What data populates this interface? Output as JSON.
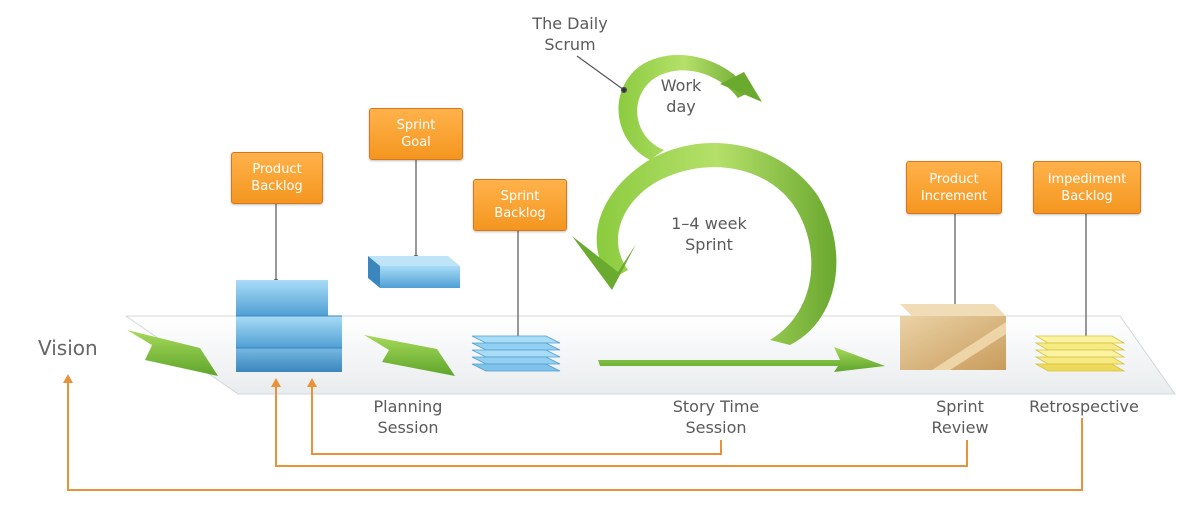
{
  "diagram": {
    "vision_label": "Vision",
    "daily_scrum_label": "The Daily\nScrum",
    "work_day_label": "Work\nday",
    "sprint_length_label": "1–4 week\nSprint",
    "artifacts": {
      "product_backlog": "Product\nBacklog",
      "sprint_goal": "Sprint\nGoal",
      "sprint_backlog": "Sprint\nBacklog",
      "product_increment": "Product\nIncrement",
      "impediment_backlog": "Impediment\nBacklog"
    },
    "events": {
      "planning_session": "Planning\nSession",
      "story_time_session": "Story Time\nSession",
      "sprint_review": "Sprint\nReview",
      "retrospective": "Retrospective"
    },
    "colors": {
      "tag_orange": "#f49620",
      "feedback_line": "#e8923a",
      "arrow_green": "#7cbf35",
      "backlog_blue": "#5fb0e0",
      "increment_tan": "#d9b37a",
      "impediment_yellow": "#f3e56c"
    }
  }
}
